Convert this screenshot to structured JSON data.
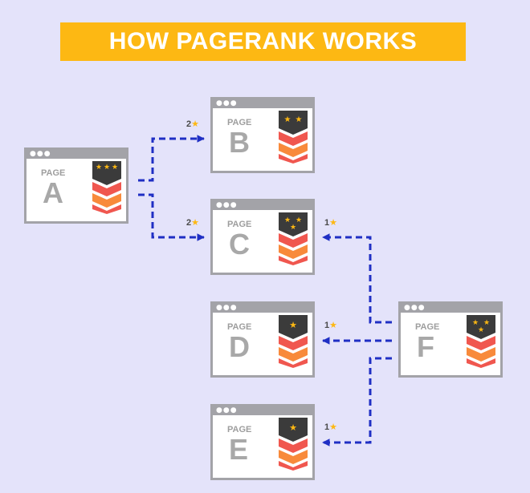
{
  "title": "HOW PAGERANK WORKS",
  "page_word": "PAGE",
  "colors": {
    "background": "#e4e3fa",
    "banner": "#fdb813",
    "arrow": "#1f2fc4",
    "badge_dark": "#3b3b3b",
    "chevron_red": "#f0574f",
    "chevron_orange": "#f88a3b",
    "star": "#fdb813"
  },
  "pages": [
    {
      "id": "A",
      "letter": "A",
      "stars": 3
    },
    {
      "id": "B",
      "letter": "B",
      "stars": 2
    },
    {
      "id": "C",
      "letter": "C",
      "stars": 3
    },
    {
      "id": "D",
      "letter": "D",
      "stars": 1
    },
    {
      "id": "E",
      "letter": "E",
      "stars": 1
    },
    {
      "id": "F",
      "letter": "F",
      "stars": 3
    }
  ],
  "links": [
    {
      "from": "A",
      "to": "B",
      "stars": "2"
    },
    {
      "from": "A",
      "to": "C",
      "stars": "2"
    },
    {
      "from": "F",
      "to": "C",
      "stars": "1"
    },
    {
      "from": "F",
      "to": "D",
      "stars": "1"
    },
    {
      "from": "F",
      "to": "E",
      "stars": "1"
    }
  ]
}
